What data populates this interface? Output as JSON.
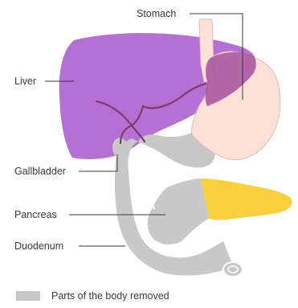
{
  "labels": {
    "stomach": "Stomach",
    "liver": "Liver",
    "gallbladder": "Gallbladder",
    "pancreas": "Pancreas",
    "duodenum": "Duodenum"
  },
  "legend": {
    "removed": "Parts of the body removed"
  },
  "colors": {
    "liver": "#b66fd3",
    "stomach": "#fde1d6",
    "pancreas": "#f7d13d",
    "removed": "#c8c8c8",
    "bile_duct": "#7f3c6b",
    "leader_line": "#3a3a3a"
  }
}
